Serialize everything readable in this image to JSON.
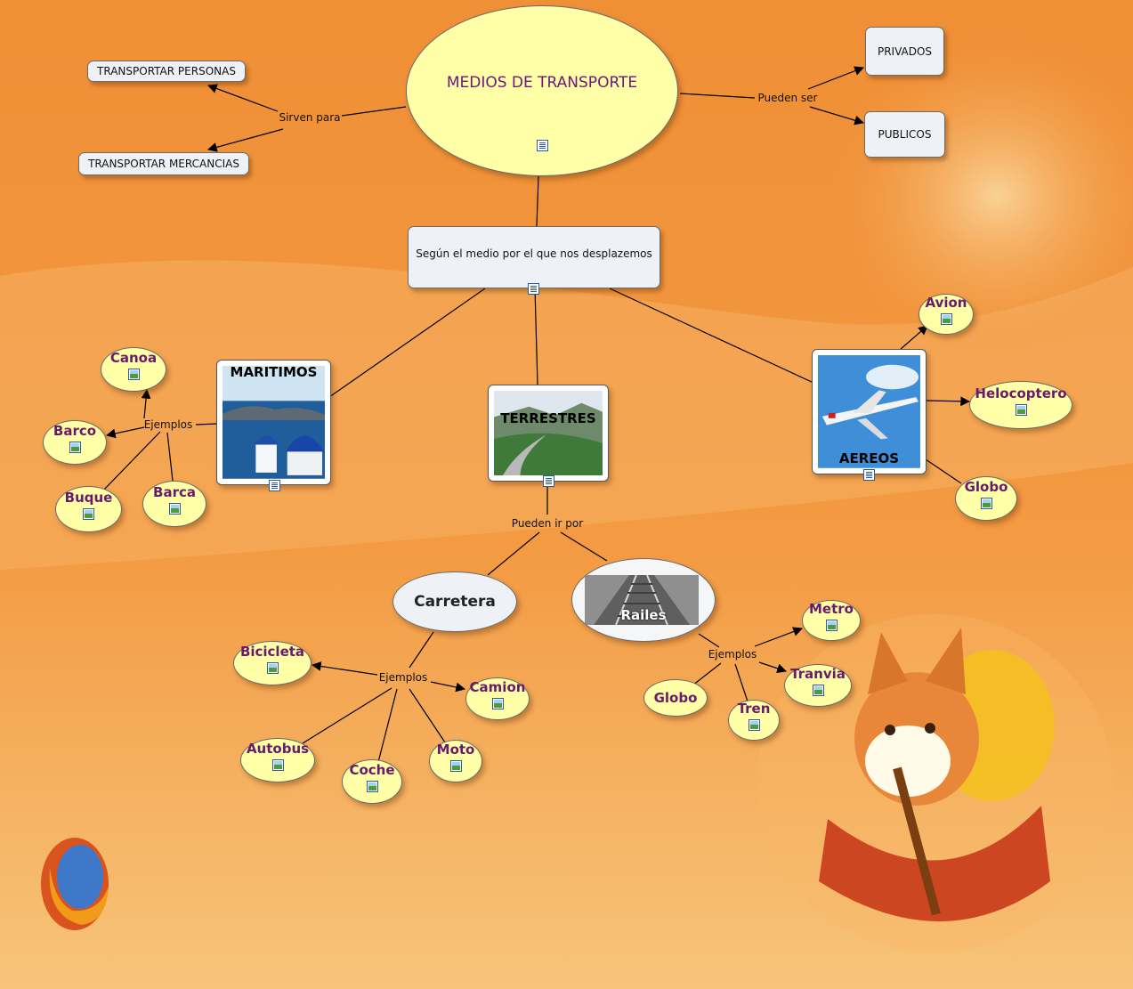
{
  "colors": {
    "background_top": "#f0963a",
    "background_bottom": "#f8c070",
    "concept_fill": "#ffffa8",
    "concept_text": "#6a1a6a",
    "box_fill": "#eef2f6"
  },
  "map": {
    "root": "MEDIOS DE TRANSPORTE",
    "purposes": [
      "TRANSPORTAR PERSONAS",
      "TRANSPORTAR MERCANCIAS"
    ],
    "types": [
      "PRIVADOS",
      "PUBLICOS"
    ],
    "medium": "Según el medio por el que nos desplazemos",
    "maritimos": "MARITIMOS",
    "terrestres": "TERRESTRES",
    "aereos": "AEREOS",
    "mar_examples": [
      "Canoa",
      "Barco",
      "Buque",
      "Barca"
    ],
    "air_examples": [
      "Avion",
      "Helocoptero",
      "Globo"
    ],
    "carretera": "Carretera",
    "railes": "Railes",
    "road_examples": [
      "Bicicleta",
      "Camion",
      "Autobus",
      "Coche",
      "Moto"
    ],
    "rail_examples": [
      "Metro",
      "Tranvia",
      "Globo",
      "Tren"
    ]
  },
  "links": {
    "sirven_para": "Sirven para",
    "pueden_ser": "Pueden ser",
    "ejemplos": "Ejemplos",
    "pueden_ir_por": "Pueden ir por"
  },
  "icons": {
    "resource_doc": "document-icon",
    "resource_image": "image-icon"
  }
}
